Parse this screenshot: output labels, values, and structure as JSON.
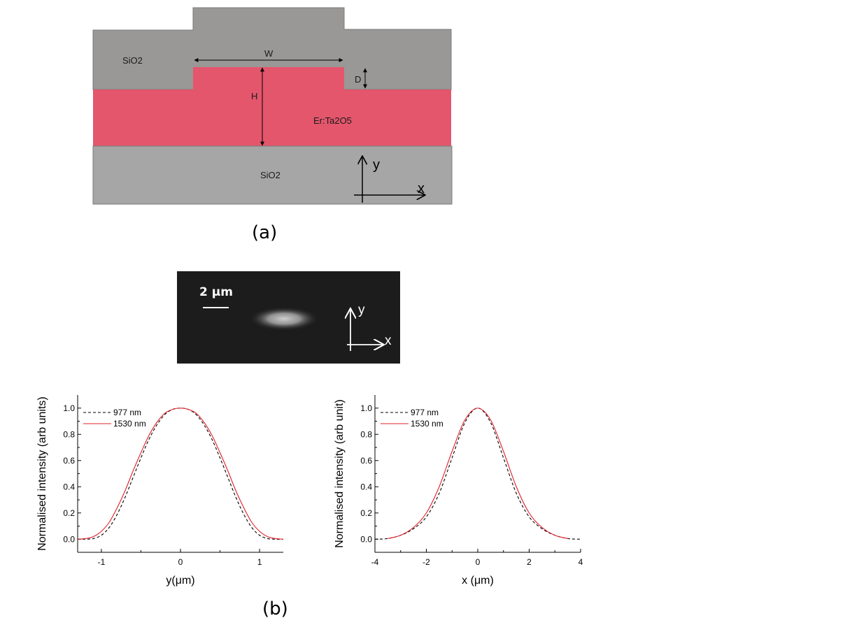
{
  "figure": {
    "panel_a": {
      "label": "(a)",
      "cladding_top": "SiO2",
      "cladding_bottom": "SiO2",
      "core": "Er:Ta2O5",
      "dim_width": "W",
      "dim_height": "H",
      "dim_depth": "D",
      "axis_y": "y",
      "axis_x": "x",
      "colors": {
        "cladding": "#999896",
        "cladding_bottom": "#a6a6a6",
        "core": "#e3566c"
      }
    },
    "mode_image": {
      "scale_label": "2 μm",
      "axis_y": "y",
      "axis_x": "x",
      "colors": {
        "background": "#1c1c1c",
        "mode": "#cfcfcf"
      }
    },
    "panel_b": {
      "label": "(b)"
    }
  },
  "chart_data": [
    {
      "type": "line",
      "xlabel": "y(μm)",
      "ylabel": "Normalised intensity (arb units)",
      "xlim": [
        -1.3,
        1.3
      ],
      "ylim": [
        -0.1,
        1.1
      ],
      "xticks": [
        -1,
        0,
        1
      ],
      "xtick_labels": [
        "-1",
        "0",
        "1"
      ],
      "yticks": [
        0.0,
        0.2,
        0.4,
        0.6,
        0.8,
        1.0
      ],
      "ytick_labels": [
        "0.0",
        "0.2",
        "0.4",
        "0.6",
        "0.8",
        "1.0"
      ],
      "legend_position": "top-left",
      "series": [
        {
          "name": "977 nm",
          "color": "#000000",
          "dash": true,
          "x": [
            -1.3,
            -1.2,
            -1.1,
            -1.0,
            -0.9,
            -0.8,
            -0.7,
            -0.6,
            -0.5,
            -0.4,
            -0.3,
            -0.2,
            -0.1,
            0.0,
            0.1,
            0.2,
            0.3,
            0.4,
            0.5,
            0.6,
            0.7,
            0.8,
            0.9,
            1.0,
            1.1,
            1.2,
            1.3
          ],
          "y": [
            0.0,
            0.0,
            0.005,
            0.03,
            0.09,
            0.19,
            0.32,
            0.47,
            0.62,
            0.76,
            0.87,
            0.95,
            0.99,
            1.0,
            0.99,
            0.95,
            0.87,
            0.76,
            0.62,
            0.47,
            0.32,
            0.19,
            0.09,
            0.03,
            0.005,
            0.0,
            0.0
          ]
        },
        {
          "name": "1530 nm",
          "color": "#e0202a",
          "dash": false,
          "x": [
            -1.3,
            -1.2,
            -1.1,
            -1.0,
            -0.9,
            -0.8,
            -0.7,
            -0.6,
            -0.5,
            -0.4,
            -0.3,
            -0.2,
            -0.1,
            0.0,
            0.1,
            0.2,
            0.3,
            0.4,
            0.5,
            0.6,
            0.7,
            0.8,
            0.9,
            1.0,
            1.1,
            1.2,
            1.3
          ],
          "y": [
            0.0,
            0.005,
            0.02,
            0.06,
            0.13,
            0.24,
            0.37,
            0.52,
            0.66,
            0.79,
            0.89,
            0.96,
            0.99,
            1.0,
            0.99,
            0.96,
            0.89,
            0.79,
            0.66,
            0.52,
            0.37,
            0.24,
            0.13,
            0.06,
            0.02,
            0.005,
            0.0
          ]
        }
      ]
    },
    {
      "type": "line",
      "xlabel": "x (μm)",
      "ylabel": "Normalised intensity (arb unit)",
      "xlim": [
        -4,
        4
      ],
      "ylim": [
        -0.1,
        1.1
      ],
      "xticks": [
        -4,
        -2,
        0,
        2,
        4
      ],
      "xtick_labels": [
        "-4",
        "-2",
        "0",
        "2",
        "4"
      ],
      "yticks": [
        0.0,
        0.2,
        0.4,
        0.6,
        0.8,
        1.0
      ],
      "ytick_labels": [
        "0.0",
        "0.2",
        "0.4",
        "0.6",
        "0.8",
        "1.0"
      ],
      "legend_position": "top-left",
      "series": [
        {
          "name": "977 nm",
          "color": "#000000",
          "dash": true,
          "x": [
            -4.0,
            -3.5,
            -3.0,
            -2.5,
            -2.0,
            -1.5,
            -1.0,
            -0.5,
            0.0,
            0.5,
            1.0,
            1.5,
            2.0,
            2.5,
            3.0,
            3.5,
            4.0
          ],
          "y": [
            0.0,
            0.005,
            0.03,
            0.08,
            0.17,
            0.35,
            0.62,
            0.89,
            1.0,
            0.89,
            0.62,
            0.35,
            0.17,
            0.08,
            0.03,
            0.005,
            0.0
          ]
        },
        {
          "name": "1530 nm",
          "color": "#e0202a",
          "dash": false,
          "x": [
            -3.5,
            -3.0,
            -2.5,
            -2.0,
            -1.5,
            -1.0,
            -0.5,
            0.0,
            0.5,
            1.0,
            1.5,
            2.0,
            2.5,
            3.0,
            3.5
          ],
          "y": [
            0.005,
            0.03,
            0.09,
            0.2,
            0.4,
            0.67,
            0.91,
            1.0,
            0.91,
            0.67,
            0.4,
            0.2,
            0.09,
            0.03,
            0.005
          ]
        }
      ]
    }
  ]
}
